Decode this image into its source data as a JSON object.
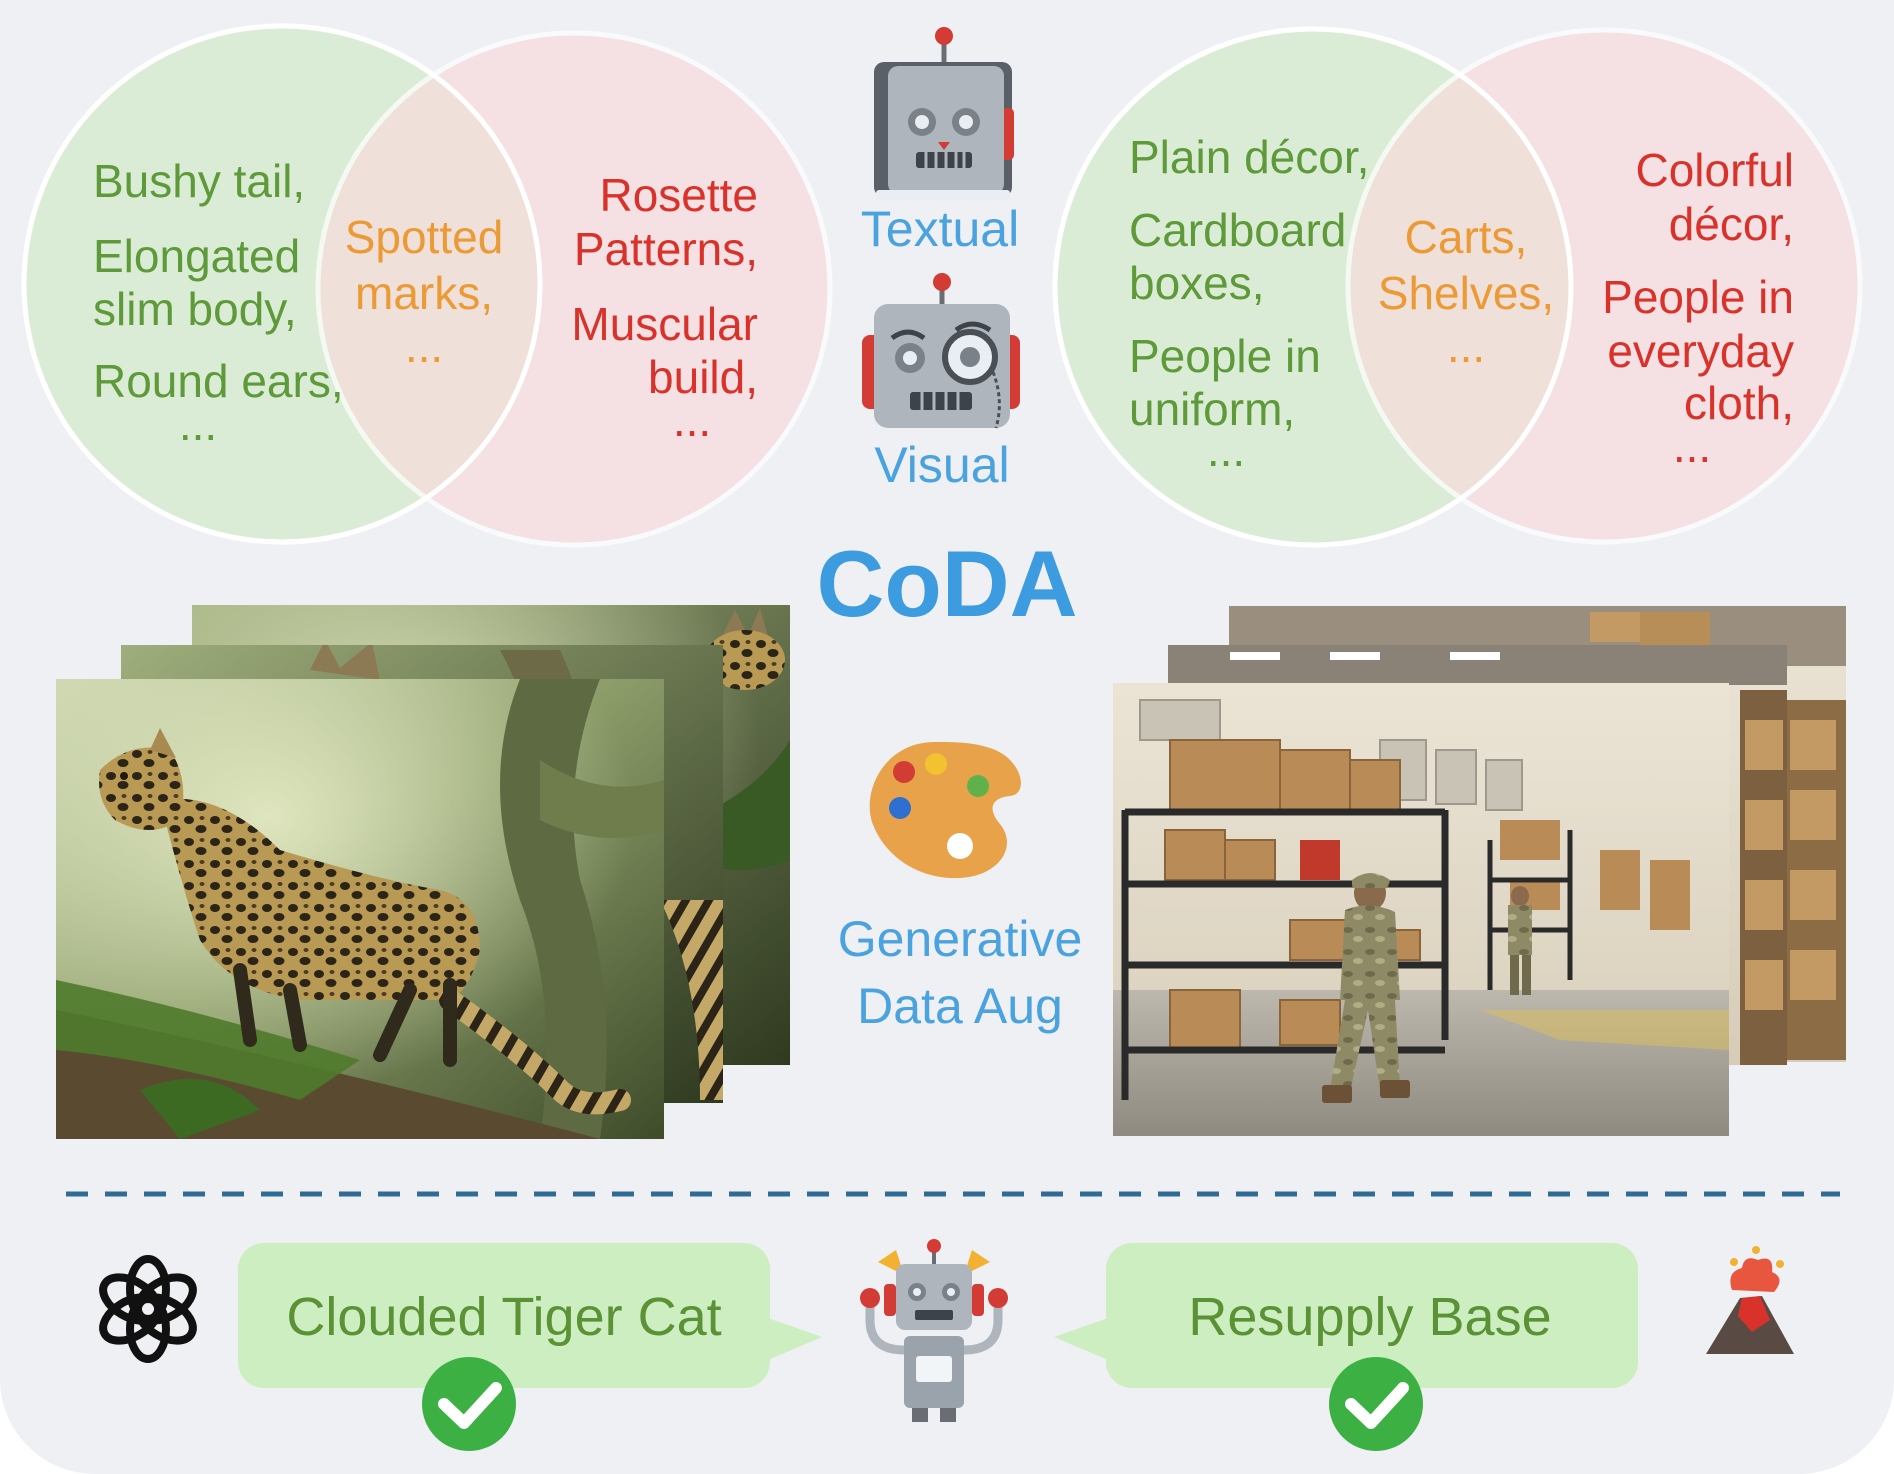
{
  "left_venn": {
    "left_set": [
      "Bushy tail,",
      "Elongated",
      "slim body,",
      "Round ears,",
      "..."
    ],
    "overlap": [
      "Spotted",
      "marks,",
      "..."
    ],
    "right_set": [
      "Rosette",
      "Patterns,",
      "Muscular",
      "build,",
      "..."
    ]
  },
  "right_venn": {
    "left_set": [
      "Plain décor,",
      "Cardboard",
      "boxes,",
      "People in",
      "uniform,",
      "..."
    ],
    "overlap": [
      "Carts,",
      "Shelves,",
      "..."
    ],
    "right_set": [
      "Colorful",
      "décor,",
      "People in",
      "everyday",
      "cloth,",
      "..."
    ]
  },
  "center": {
    "textual_label": "Textual",
    "visual_label": "Visual",
    "method_title": "CoDA",
    "aug_label_line1": "Generative",
    "aug_label_line2": "Data Aug"
  },
  "results": {
    "left_prediction": "Clouded Tiger Cat",
    "right_prediction": "Resupply Base"
  },
  "colors": {
    "green_text": "#5f9a3a",
    "orange_text": "#ec9a35",
    "red_text": "#d9322b",
    "blue_text": "#4aa3df",
    "title_blue": "#3d9be0",
    "bubble_green": "#cdeec1",
    "check_green": "#3cb043",
    "divider": "#2f6b93"
  },
  "icons": [
    "robot-book-icon",
    "robot-monocle-icon",
    "palette-icon",
    "openai-logo-icon",
    "volcano-icon",
    "robot-cheering-icon",
    "checkmark-icon"
  ]
}
